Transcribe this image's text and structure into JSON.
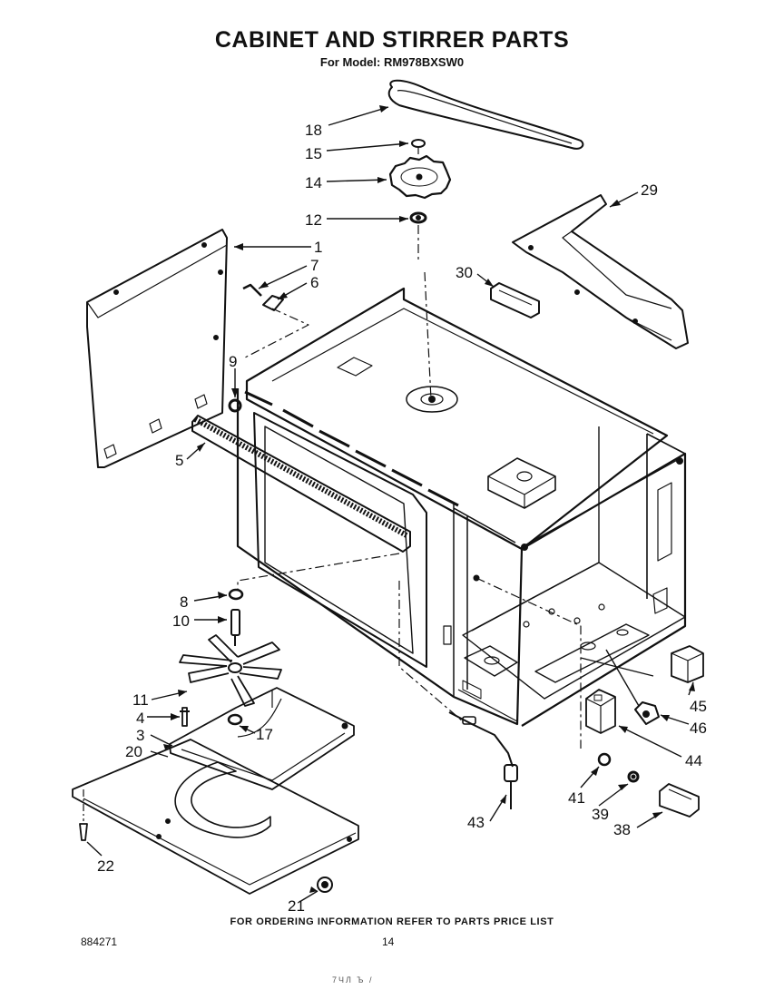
{
  "header": {
    "title": "CABINET AND STIRRER PARTS",
    "subtitle": "For Model: RM978BXSW0"
  },
  "callouts": [
    {
      "label": "18"
    },
    {
      "label": "15"
    },
    {
      "label": "14"
    },
    {
      "label": "12"
    },
    {
      "label": "29"
    },
    {
      "label": "1"
    },
    {
      "label": "7"
    },
    {
      "label": "6"
    },
    {
      "label": "30"
    },
    {
      "label": "9"
    },
    {
      "label": "5"
    },
    {
      "label": "8"
    },
    {
      "label": "10"
    },
    {
      "label": "11"
    },
    {
      "label": "4"
    },
    {
      "label": "17"
    },
    {
      "label": "3"
    },
    {
      "label": "20"
    },
    {
      "label": "22"
    },
    {
      "label": "21"
    },
    {
      "label": "45"
    },
    {
      "label": "46"
    },
    {
      "label": "44"
    },
    {
      "label": "41"
    },
    {
      "label": "39"
    },
    {
      "label": "38"
    },
    {
      "label": "43"
    }
  ],
  "footer": {
    "ordering_note": "FOR ORDERING INFORMATION REFER TO PARTS PRICE LIST",
    "catalog_number": "884271",
    "page_number": "14",
    "scan_mark": "7ЧЛ  Ъ  /"
  }
}
